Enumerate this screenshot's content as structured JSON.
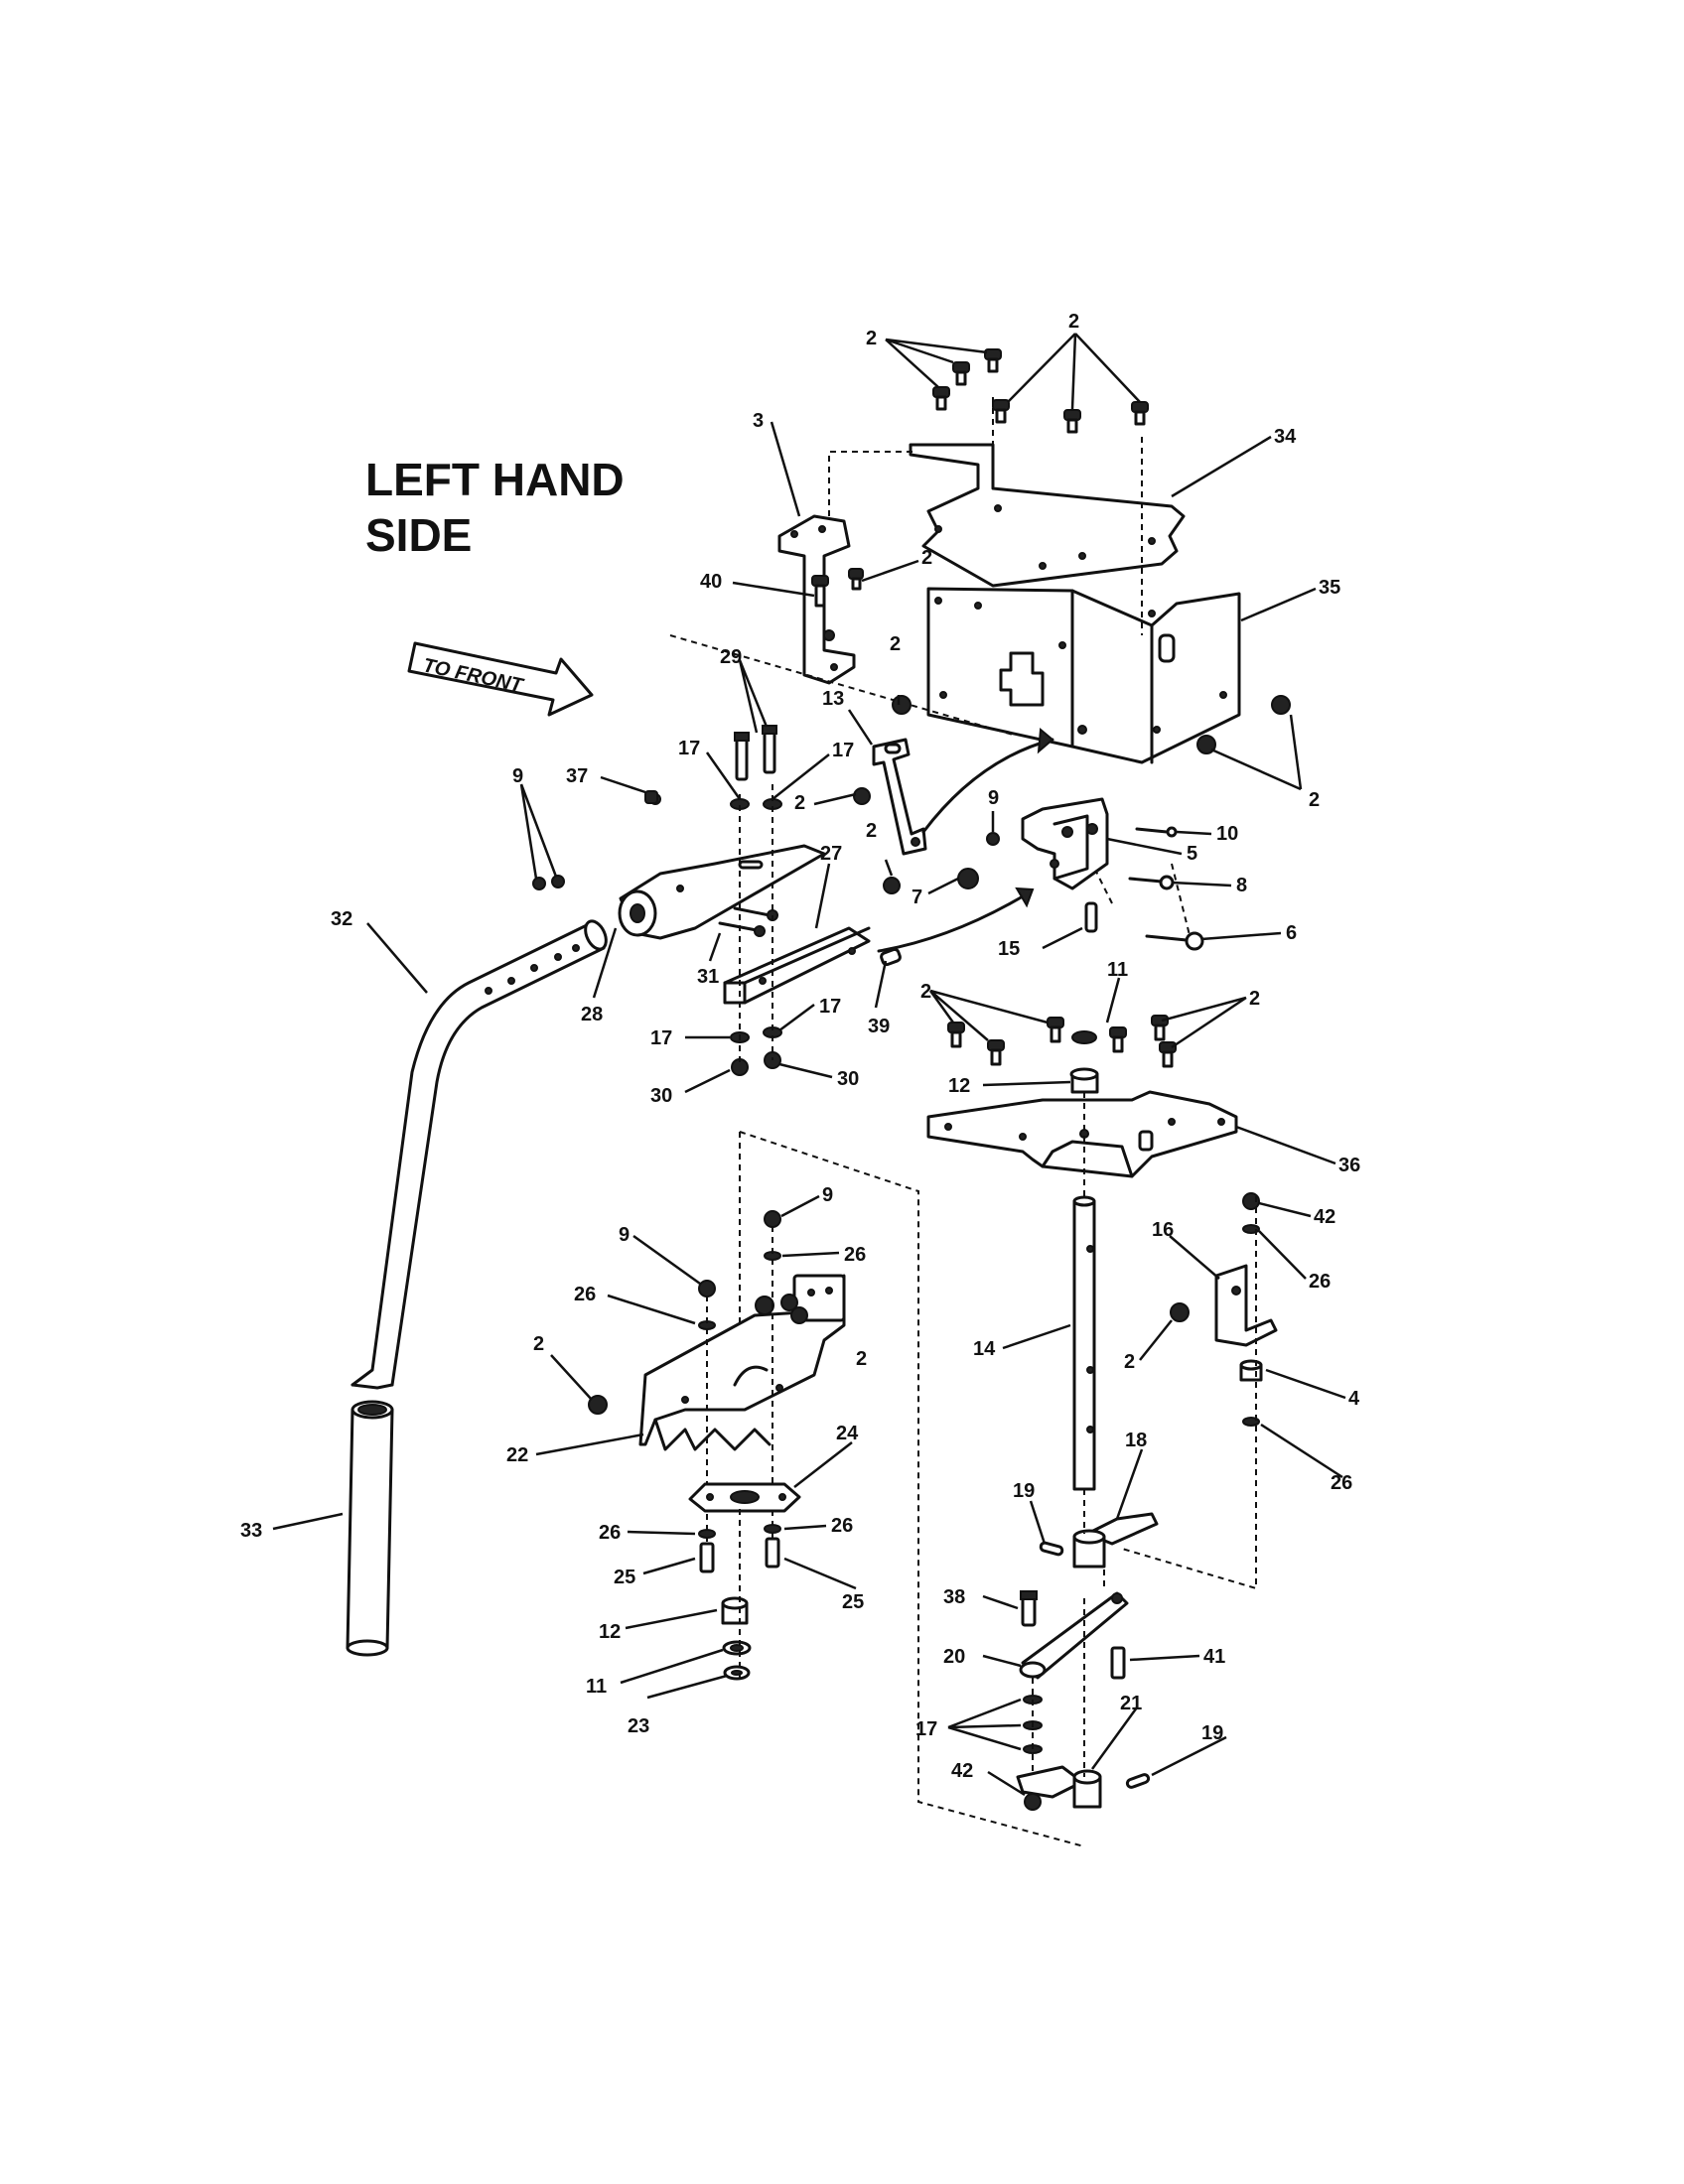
{
  "title": {
    "line1": "LEFT HAND",
    "line2": "SIDE"
  },
  "front_arrow": {
    "text": "TO FRONT"
  },
  "callouts": {
    "c2a": "2",
    "c2b": "2",
    "c3": "3",
    "c34": "34",
    "c40": "40",
    "c2c": "2",
    "c35": "35",
    "c29": "29",
    "c13": "13",
    "c2d": "2",
    "c17a": "17",
    "c17b": "17",
    "c37": "37",
    "c9a": "9",
    "c2e": "2",
    "c2f": "2",
    "c9b": "9",
    "c10": "10",
    "c5": "5",
    "c8": "8",
    "c7": "7",
    "c6": "6",
    "c32": "32",
    "c27": "27",
    "c15": "15",
    "c31": "31",
    "c28": "28",
    "c39": "39",
    "c11a": "11",
    "c2g": "2",
    "c2h": "2",
    "c17c": "17",
    "c17d": "17",
    "c12a": "12",
    "c30a": "30",
    "c30b": "30",
    "c36": "36",
    "c9c": "9",
    "c42a": "42",
    "c9d": "9",
    "c26a": "26",
    "c16": "16",
    "c26b": "26",
    "c26c": "26",
    "c2i": "2",
    "c14": "14",
    "c2j": "2",
    "c4": "4",
    "c22": "22",
    "c24": "24",
    "c26d": "26",
    "c18": "18",
    "c19a": "19",
    "c33": "33",
    "c26e": "26",
    "c26f": "26",
    "c25a": "25",
    "c25b": "25",
    "c38": "38",
    "c12b": "12",
    "c20": "20",
    "c41": "41",
    "c11b": "11",
    "c23": "23",
    "c21": "21",
    "c17e": "17",
    "c19b": "19",
    "c42b": "42"
  }
}
